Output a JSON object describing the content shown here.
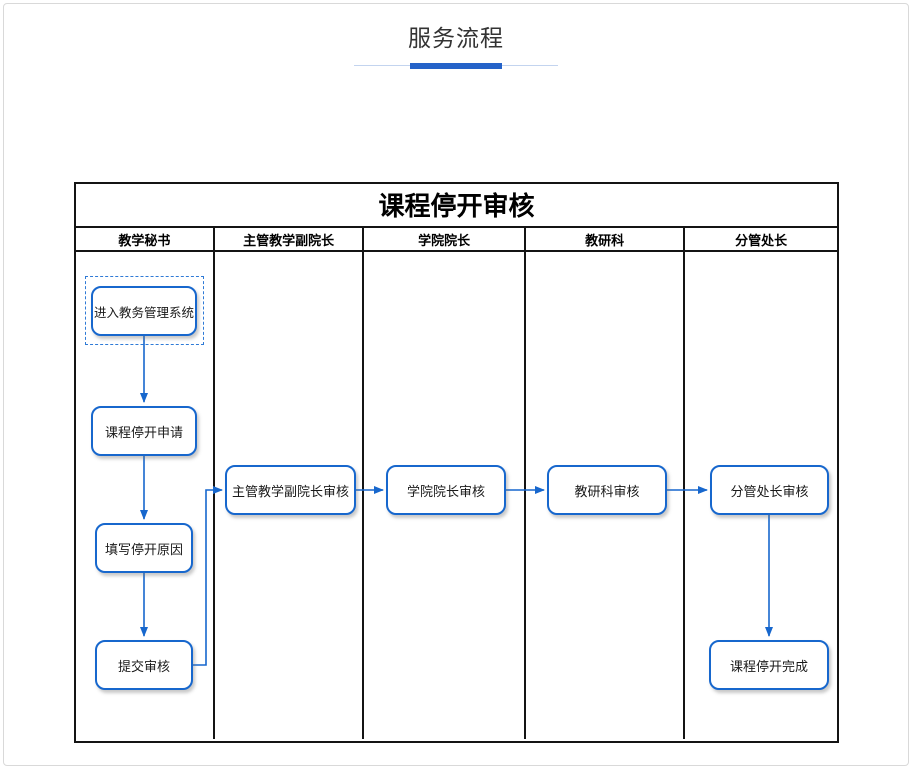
{
  "page": {
    "title": "服务流程"
  },
  "diagram": {
    "title": "课程停开审核",
    "lanes": [
      {
        "label": "教学秘书"
      },
      {
        "label": "主管教学副院长"
      },
      {
        "label": "学院院长"
      },
      {
        "label": "教研科"
      },
      {
        "label": "分管处长"
      }
    ],
    "nodes": [
      {
        "id": "enter-system",
        "label": "进入教务管理系统",
        "lane": "教学秘书",
        "type": "start"
      },
      {
        "id": "apply",
        "label": "课程停开申请",
        "lane": "教学秘书",
        "type": "process"
      },
      {
        "id": "fill-reason",
        "label": "填写停开原因",
        "lane": "教学秘书",
        "type": "process"
      },
      {
        "id": "submit",
        "label": "提交审核",
        "lane": "教学秘书",
        "type": "process"
      },
      {
        "id": "vice-dean-review",
        "label": "主管教学副院长审核",
        "lane": "主管教学副院长",
        "type": "process"
      },
      {
        "id": "dean-review",
        "label": "学院院长审核",
        "lane": "学院院长",
        "type": "process"
      },
      {
        "id": "research-review",
        "label": "教研科审核",
        "lane": "教研科",
        "type": "process"
      },
      {
        "id": "director-review",
        "label": "分管处长审核",
        "lane": "分管处长",
        "type": "process"
      },
      {
        "id": "complete",
        "label": "课程停开完成",
        "lane": "分管处长",
        "type": "end"
      }
    ],
    "flow": [
      "enter-system→apply",
      "apply→fill-reason",
      "fill-reason→submit",
      "submit→vice-dean-review",
      "vice-dean-review→dean-review",
      "dean-review→research-review",
      "research-review→director-review",
      "director-review→complete"
    ],
    "colors": {
      "node_border": "#1767cd",
      "arrow": "#1767cd",
      "table_border": "#141414",
      "accent_bar": "#2563c9",
      "accent_line": "#c3d4ef"
    }
  }
}
